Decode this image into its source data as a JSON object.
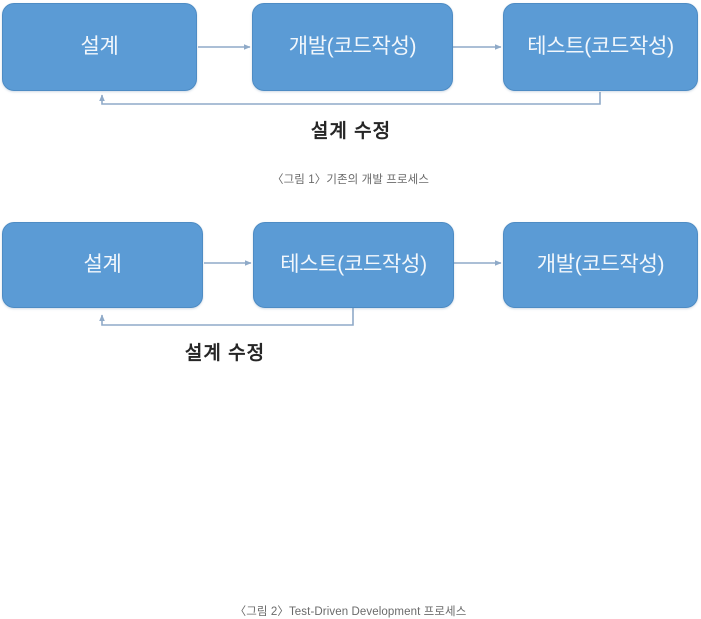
{
  "page": {
    "background_color": "#ffffff",
    "box_fill_color": "#5B9BD5",
    "box_border_color": "#4E8CC4",
    "box_text_color": "#F2F7FC",
    "arrow_color": "#8FAAC8",
    "loop_label_color": "#262626",
    "caption_color": "#6a6a6a"
  },
  "figures": [
    {
      "id": "figure-1",
      "caption": "〈그림 1〉기존의 개발 프로세스",
      "nodes": [
        {
          "label": "설계"
        },
        {
          "label": "개발(코드작성)"
        },
        {
          "label": "테스트(코드작성)"
        }
      ],
      "loop": {
        "label": "설계 수정",
        "from_node": 3,
        "to_node": 1
      }
    },
    {
      "id": "figure-2",
      "caption": "〈그림 2〉Test-Driven Development 프로세스",
      "nodes": [
        {
          "label": "설계"
        },
        {
          "label": "테스트(코드작성)"
        },
        {
          "label": "개발(코드작성)"
        }
      ],
      "loop": {
        "label": "설계 수정",
        "from_node": 2,
        "to_node": 1
      }
    }
  ]
}
